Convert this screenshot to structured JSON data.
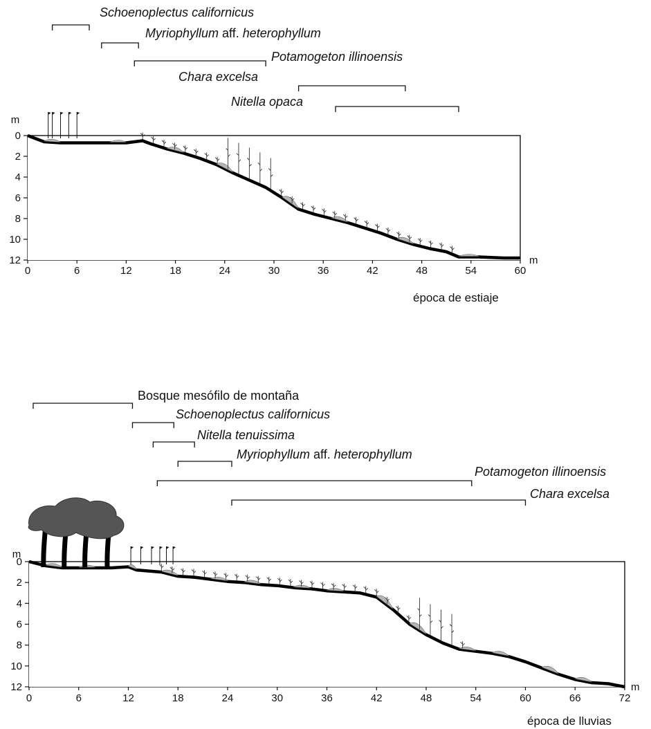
{
  "panels": [
    {
      "id": "dry",
      "season_label": "época de estiaje",
      "unit_top": "m",
      "unit_right": "m",
      "x_ticks": [
        0,
        6,
        12,
        18,
        24,
        30,
        36,
        42,
        48,
        54,
        60
      ],
      "y_ticks": [
        0,
        2,
        4,
        6,
        8,
        10,
        12
      ],
      "bars": [
        {
          "italic": "Schoenoplectus californicus",
          "plain": "",
          "from": 3,
          "to": 7.5
        },
        {
          "italic": "Myriophyllum",
          "plain": " aff. ",
          "italic2": "heterophyllum",
          "from": 9,
          "to": 13.5
        },
        {
          "italic": "Potamogeton illinoensis",
          "plain": "",
          "from": 13,
          "to": 29
        },
        {
          "italic": "Chara excelsa",
          "plain": "",
          "from": 33,
          "to": 46
        },
        {
          "italic": "Nitella opaca",
          "plain": "",
          "from": 37.5,
          "to": 52.5
        }
      ],
      "profile_depth": [
        [
          0,
          0
        ],
        [
          2,
          0.6
        ],
        [
          4,
          0.7
        ],
        [
          6,
          0.7
        ],
        [
          8,
          0.7
        ],
        [
          10,
          0.7
        ],
        [
          12,
          0.7
        ],
        [
          14,
          0.5
        ],
        [
          15,
          0.8
        ],
        [
          17,
          1.3
        ],
        [
          19,
          1.7
        ],
        [
          21,
          2.2
        ],
        [
          23,
          2.8
        ],
        [
          25,
          3.6
        ],
        [
          27,
          4.3
        ],
        [
          29,
          5.0
        ],
        [
          31,
          6.0
        ],
        [
          33,
          7.1
        ],
        [
          35,
          7.6
        ],
        [
          37,
          8.0
        ],
        [
          39,
          8.4
        ],
        [
          41,
          8.9
        ],
        [
          43,
          9.4
        ],
        [
          45,
          10.0
        ],
        [
          47,
          10.5
        ],
        [
          49,
          10.9
        ],
        [
          51,
          11.2
        ],
        [
          52.5,
          11.7
        ],
        [
          55,
          11.7
        ],
        [
          58,
          11.8
        ],
        [
          60,
          11.8
        ]
      ]
    },
    {
      "id": "wet",
      "season_label": "época de lluvias",
      "unit_top": "m",
      "unit_right": "m",
      "x_ticks": [
        0,
        6,
        12,
        18,
        24,
        30,
        36,
        42,
        48,
        54,
        60,
        66,
        72
      ],
      "y_ticks": [
        0,
        2,
        4,
        6,
        8,
        10,
        12
      ],
      "bars": [
        {
          "plain_only": "Bosque mesófilo de montaña",
          "from": 0.5,
          "to": 12.5
        },
        {
          "italic": "Schoenoplectus californicus",
          "plain": "",
          "from": 12.5,
          "to": 17.5
        },
        {
          "italic": "Nitella tenuissima",
          "plain": "",
          "from": 15,
          "to": 20
        },
        {
          "italic": "Myriophyllum",
          "plain": " aff. ",
          "italic2": "heterophyllum",
          "from": 18,
          "to": 24.5
        },
        {
          "italic": "Potamogeton illinoensis",
          "plain": "",
          "from": 15.5,
          "to": 53.5
        },
        {
          "italic": "Chara excelsa",
          "plain": "",
          "from": 24.5,
          "to": 60
        }
      ],
      "profile_depth": [
        [
          0,
          0
        ],
        [
          2,
          0.4
        ],
        [
          4,
          0.6
        ],
        [
          6,
          0.6
        ],
        [
          8,
          0.6
        ],
        [
          10,
          0.6
        ],
        [
          12,
          0.5
        ],
        [
          13,
          0.8
        ],
        [
          16,
          1.0
        ],
        [
          18,
          1.4
        ],
        [
          20,
          1.5
        ],
        [
          22,
          1.7
        ],
        [
          24,
          1.9
        ],
        [
          26,
          2.0
        ],
        [
          28,
          2.2
        ],
        [
          30,
          2.3
        ],
        [
          32,
          2.5
        ],
        [
          34,
          2.6
        ],
        [
          36,
          2.8
        ],
        [
          38,
          2.9
        ],
        [
          40,
          3.0
        ],
        [
          42,
          3.4
        ],
        [
          44,
          4.6
        ],
        [
          46,
          6.0
        ],
        [
          48,
          7.0
        ],
        [
          50,
          7.8
        ],
        [
          52,
          8.4
        ],
        [
          54,
          8.6
        ],
        [
          56,
          8.8
        ],
        [
          58,
          9.1
        ],
        [
          60,
          9.6
        ],
        [
          62,
          10.2
        ],
        [
          64,
          10.8
        ],
        [
          66,
          11.3
        ],
        [
          68,
          11.6
        ],
        [
          70,
          11.7
        ],
        [
          72,
          12.0
        ]
      ]
    }
  ]
}
